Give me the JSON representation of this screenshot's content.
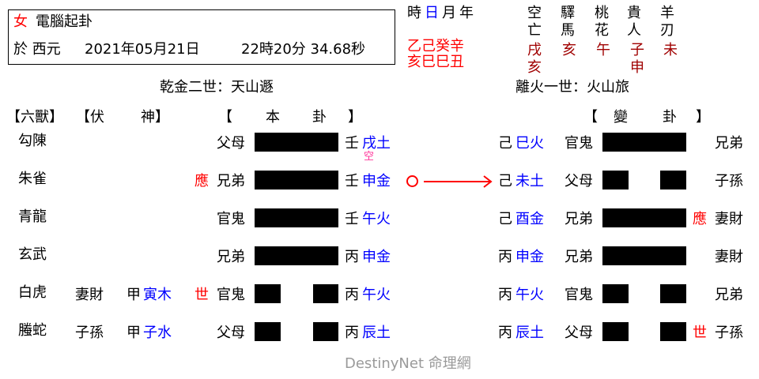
{
  "header": {
    "gender": "女",
    "method": "電腦起卦",
    "date_prefix": "於 西元",
    "date": "2021年05月21日",
    "time": "22時20分 34.68秒"
  },
  "pillars": {
    "labels": [
      "時",
      "日",
      "月",
      "年"
    ],
    "highlight_label_index": 1,
    "stems": "乙己癸辛",
    "branches": "亥巳巳丑"
  },
  "shensha": {
    "columns": [
      {
        "name_top": "空",
        "name_bottom": "亡",
        "values": [
          "戌",
          "亥"
        ]
      },
      {
        "name_top": "驛",
        "name_bottom": "馬",
        "values": [
          "亥"
        ]
      },
      {
        "name_top": "桃",
        "name_bottom": "花",
        "values": [
          "午"
        ]
      },
      {
        "name_top": "貴",
        "name_bottom": "人",
        "values": [
          "子",
          "申"
        ]
      },
      {
        "name_top": "羊",
        "name_bottom": "刃",
        "values": [
          "未"
        ]
      }
    ]
  },
  "titles": {
    "main_hexagram": "乾金二世：天山遯",
    "changed_hexagram": "離火一世：火山旅"
  },
  "column_headers": {
    "six_beasts": "【六獸】",
    "hidden_open": "【伏",
    "hidden_close": "神】",
    "main_open": "【",
    "main_1": "本",
    "main_2": "卦",
    "main_close": "】",
    "changed_open": "【",
    "changed_1": "變",
    "changed_2": "卦",
    "changed_close": "】"
  },
  "lines": [
    {
      "beast": "勾陳",
      "hidden_rel": "",
      "hidden_stem": "",
      "hidden_branch": "",
      "marker": "",
      "relation": "父母",
      "type": "yang",
      "stem": "壬",
      "branch": "戌土",
      "void": "空",
      "moving": false,
      "c_stem": "己",
      "c_branch": "巳火",
      "c_relation": "官鬼",
      "c_type": "yang",
      "c_marker": "",
      "c_orig_rel": "兄弟"
    },
    {
      "beast": "朱雀",
      "hidden_rel": "",
      "hidden_stem": "",
      "hidden_branch": "",
      "marker": "應",
      "relation": "兄弟",
      "type": "yang",
      "stem": "壬",
      "branch": "申金",
      "void": "",
      "moving": true,
      "c_stem": "己",
      "c_branch": "未土",
      "c_relation": "父母",
      "c_type": "yin",
      "c_marker": "",
      "c_orig_rel": "子孫"
    },
    {
      "beast": "青龍",
      "hidden_rel": "",
      "hidden_stem": "",
      "hidden_branch": "",
      "marker": "",
      "relation": "官鬼",
      "type": "yang",
      "stem": "壬",
      "branch": "午火",
      "void": "",
      "moving": false,
      "c_stem": "己",
      "c_branch": "酉金",
      "c_relation": "兄弟",
      "c_type": "yang",
      "c_marker": "應",
      "c_orig_rel": "妻財"
    },
    {
      "beast": "玄武",
      "hidden_rel": "",
      "hidden_stem": "",
      "hidden_branch": "",
      "marker": "",
      "relation": "兄弟",
      "type": "yang",
      "stem": "丙",
      "branch": "申金",
      "void": "",
      "moving": false,
      "c_stem": "丙",
      "c_branch": "申金",
      "c_relation": "兄弟",
      "c_type": "yang",
      "c_marker": "",
      "c_orig_rel": "妻財"
    },
    {
      "beast": "白虎",
      "hidden_rel": "妻財",
      "hidden_stem": "甲",
      "hidden_branch": "寅木",
      "marker": "世",
      "relation": "官鬼",
      "type": "yin",
      "stem": "丙",
      "branch": "午火",
      "void": "",
      "moving": false,
      "c_stem": "丙",
      "c_branch": "午火",
      "c_relation": "官鬼",
      "c_type": "yin",
      "c_marker": "",
      "c_orig_rel": "兄弟"
    },
    {
      "beast": "螣蛇",
      "hidden_rel": "子孫",
      "hidden_stem": "甲",
      "hidden_branch": "子水",
      "marker": "",
      "relation": "父母",
      "type": "yin",
      "stem": "丙",
      "branch": "辰土",
      "void": "",
      "moving": false,
      "c_stem": "丙",
      "c_branch": "辰土",
      "c_relation": "父母",
      "c_type": "yin",
      "c_marker": "世",
      "c_orig_rel": "子孫"
    }
  ],
  "footer": {
    "watermark": "DestinyNet 命理網"
  },
  "colors": {
    "red": "#ff0000",
    "dark_red": "#a00000",
    "blue": "#0000ff",
    "void_pink": "#ff3399",
    "watermark_gray": "#9a9a9a"
  }
}
